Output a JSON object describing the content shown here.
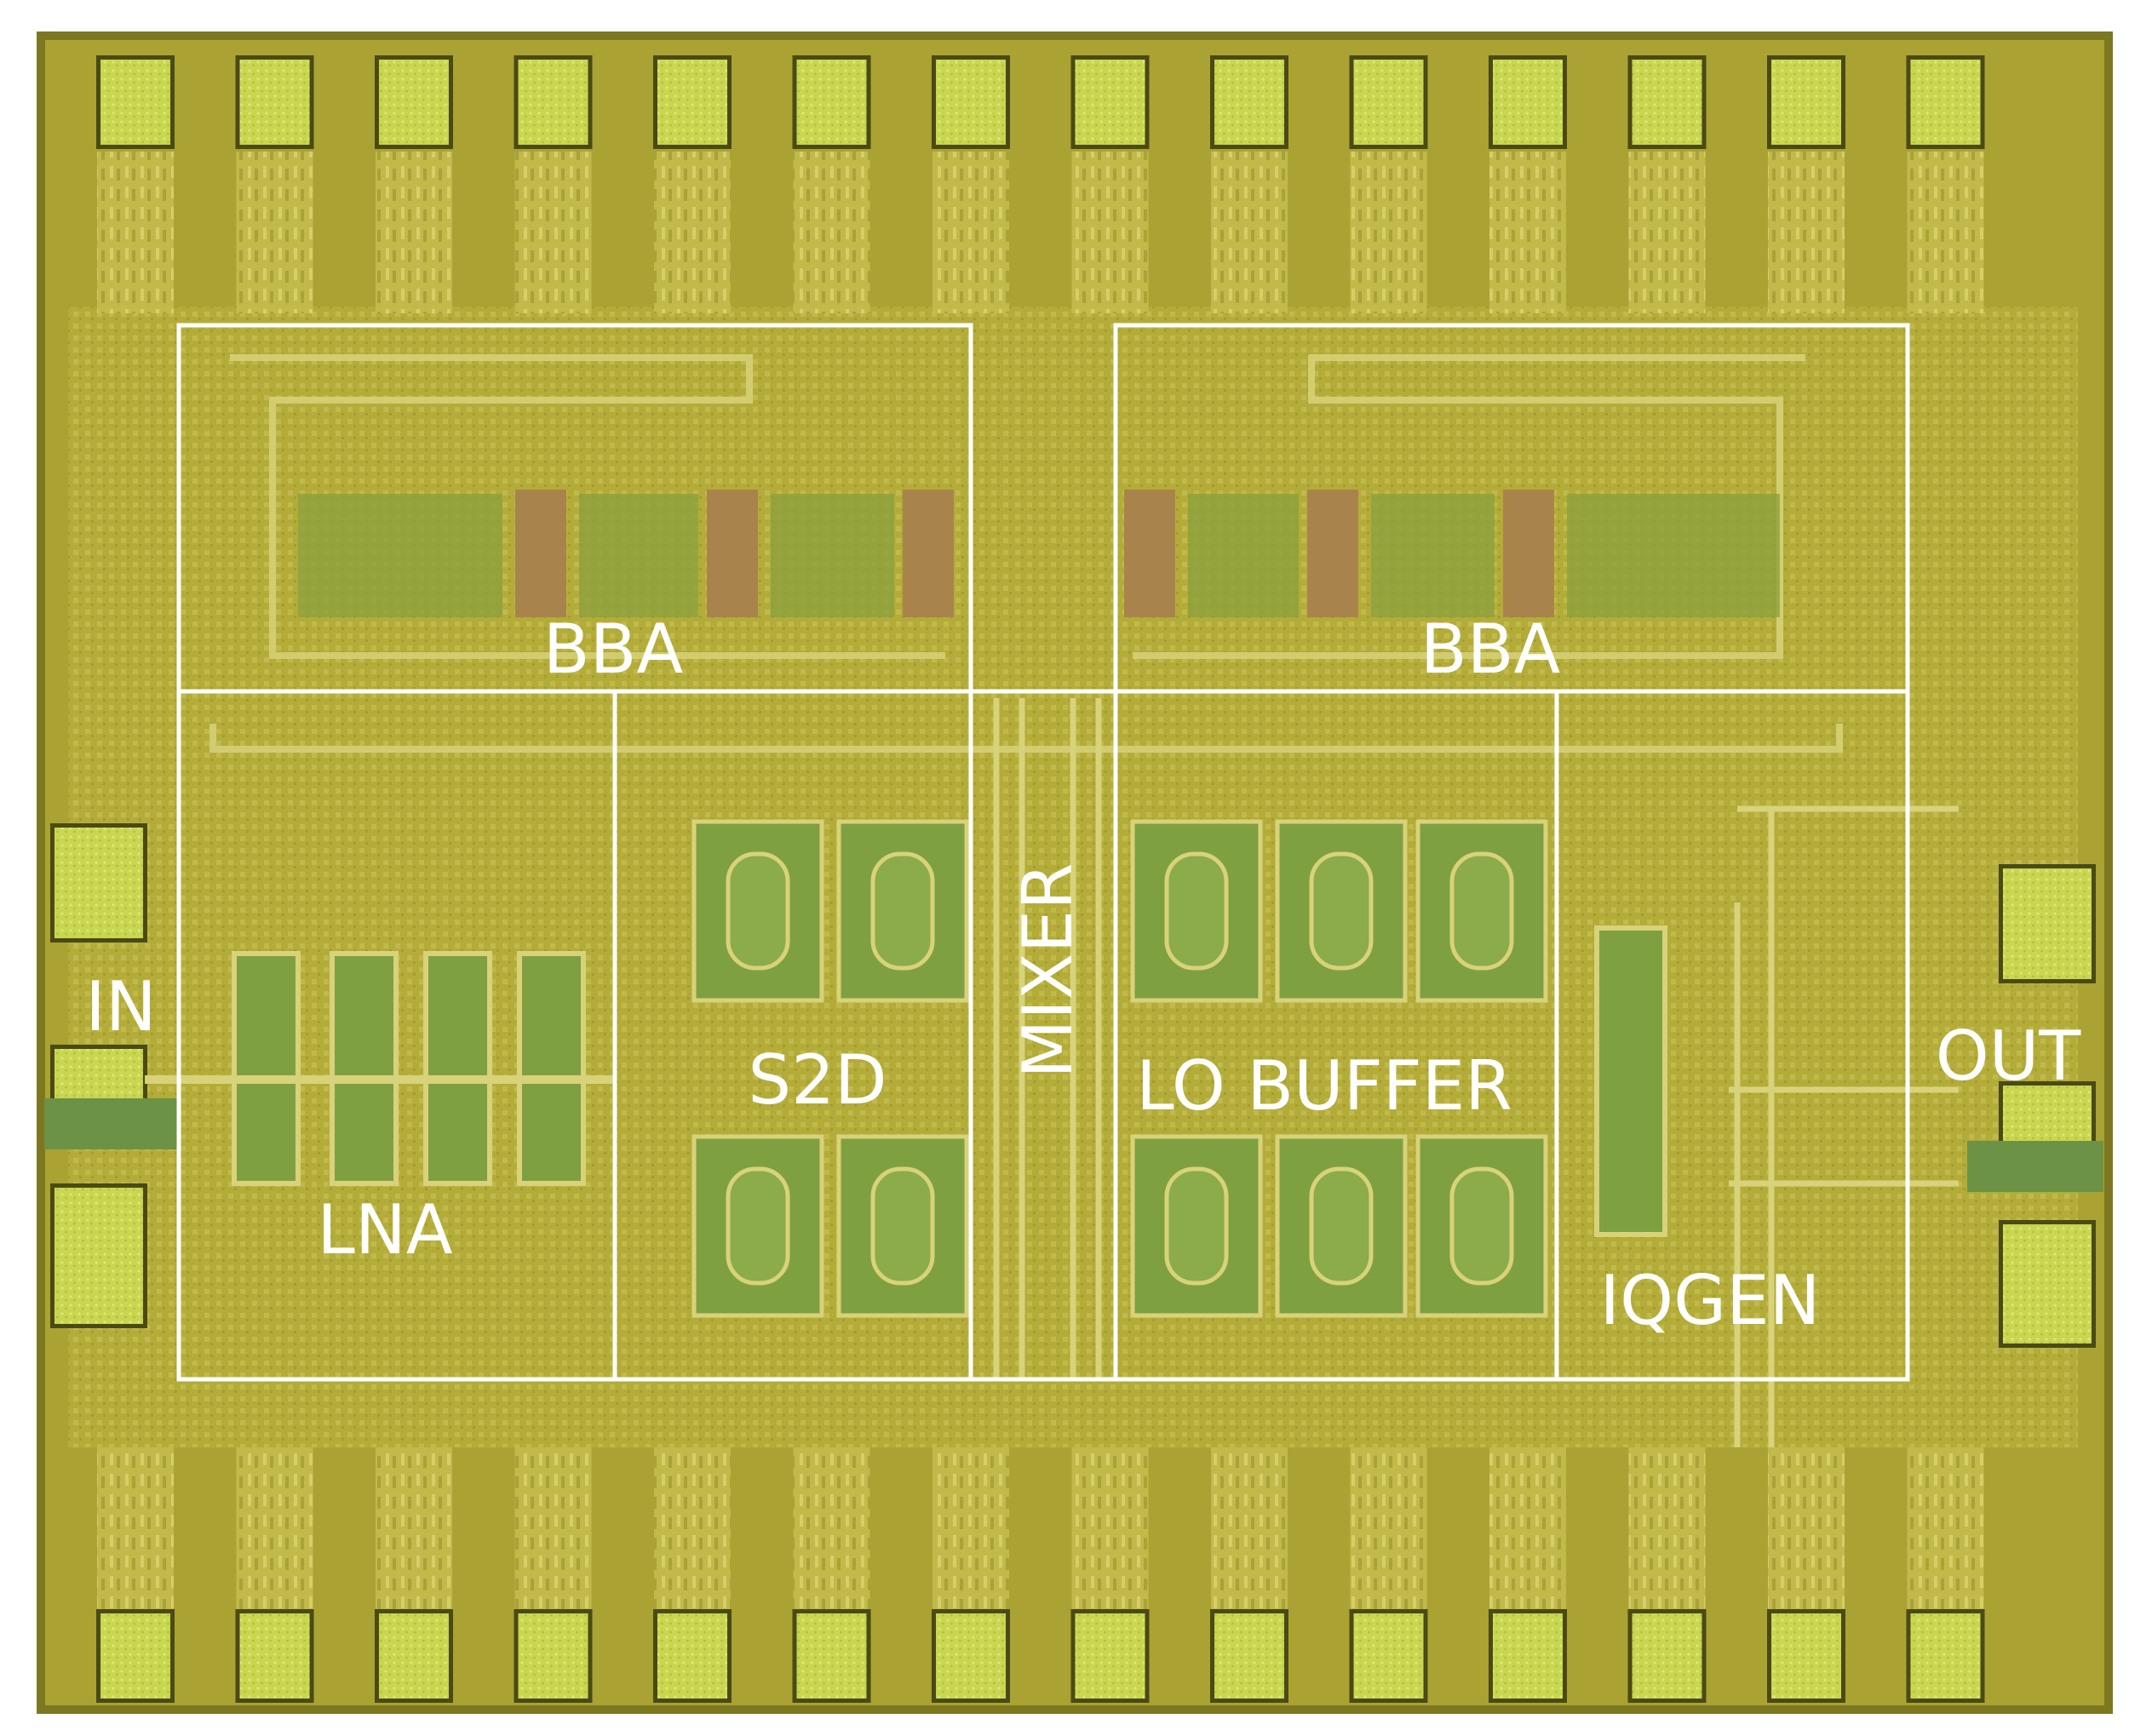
{
  "image": {
    "kind": "chip-micrograph",
    "colors": {
      "die": "#b3ab35",
      "die_dark": "#8e8a25",
      "pad": "#cfdc52",
      "pad_ring": "#4a4a16",
      "metal": "#c8c468",
      "inductor": "#7fa041",
      "capacitor": "#a8844c",
      "block_outline": "#ffffff",
      "label": "#ffffff"
    }
  },
  "blocks": [
    {
      "id": "bba-left",
      "label": "BBA"
    },
    {
      "id": "bba-right",
      "label": "BBA"
    },
    {
      "id": "lna",
      "label": "LNA"
    },
    {
      "id": "s2d",
      "label": "S2D"
    },
    {
      "id": "mixer",
      "label": "MIXER"
    },
    {
      "id": "lo-buffer",
      "label": "LO BUFFER"
    },
    {
      "id": "iqgen",
      "label": "IQGEN"
    }
  ],
  "ports": {
    "in": "IN",
    "out": "OUT"
  },
  "pads": {
    "top_count": 14,
    "bottom_count": 14,
    "left_count": 3,
    "right_count": 3
  }
}
